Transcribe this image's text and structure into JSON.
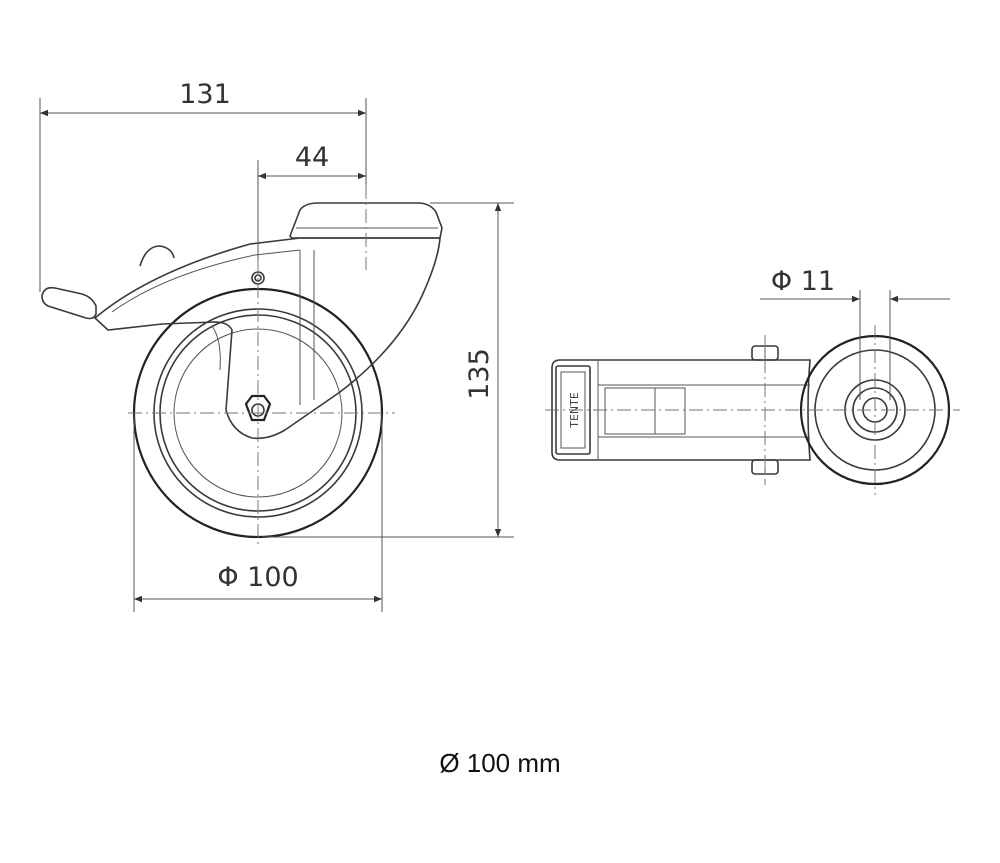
{
  "dimensions": {
    "overall_width": "131",
    "offset": "44",
    "overall_height": "135",
    "bolt_hole": "Φ 11",
    "wheel_diameter": "Φ 100"
  },
  "stamp_text": "TENTE",
  "caption": "Ø 100 mm"
}
